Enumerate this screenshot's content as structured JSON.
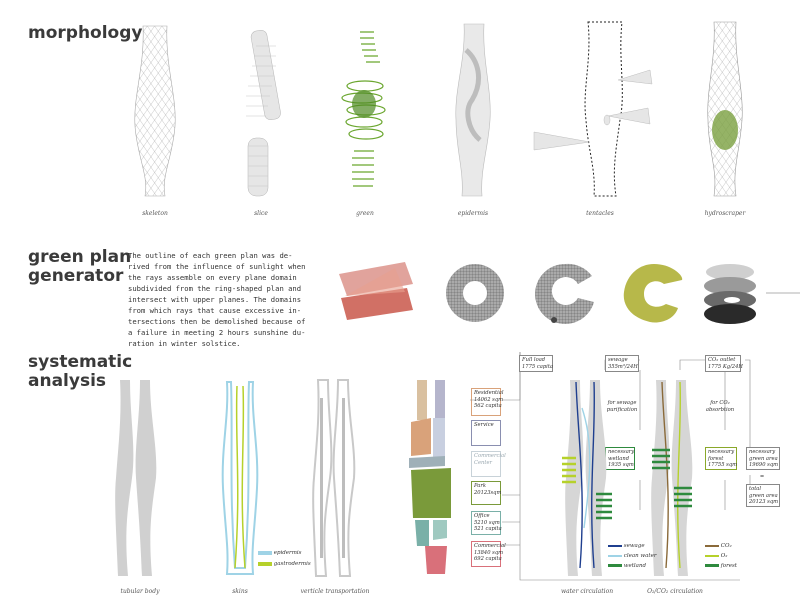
{
  "sections": {
    "morphology": "morphology",
    "green_plan": "green plan\ngenerator",
    "systematic": "systematic\nanalysis"
  },
  "morphology_captions": [
    "skeleton",
    "slice",
    "green",
    "epidermis",
    "tentacles",
    "hydroscraper"
  ],
  "green_plan_text": "The outline of each green plan was de-\nrived from the influence of sunlight when\nthe rays assemble on every plane domain\nsubdivided from the ring-shaped plan and\nintersect with upper planes. The domains\nfrom which rays that cause excessive in-\ntersections then be demolished because of\na failure in meeting 2 hours sunshine du-\nration in winter solstice.",
  "analysis_captions": {
    "tubular": "tubular body",
    "skins": "skins",
    "transport": "verticle transportation",
    "water": "water circulation",
    "gas": "O₂/CO₂ circulation"
  },
  "skins_legend": [
    "epidermis",
    "gastrodermis"
  ],
  "program_boxes": [
    {
      "text": "Residential\n14062 sqm\n562 capita",
      "color": "#d9a27a"
    },
    {
      "text": "Service",
      "color": "#8a8fb0"
    },
    {
      "text": "Commercial\nCenter",
      "color": "#9fb0b8"
    },
    {
      "text": "Park\n20123sqm",
      "color": "#7a9a3a"
    },
    {
      "text": "Office\n5210 sqm\n521 capita",
      "color": "#7ab0a8"
    },
    {
      "text": "Commercial\n13840 sqm\n692 capita",
      "color": "#d9707a"
    }
  ],
  "flow_boxes": {
    "full_load": "Full load\n1775 capita",
    "sewage": "sewage\n355m³/24H",
    "co2_outlet": "CO₂ outlet\n1775 Kg/24H",
    "for_sewage": "for sewage\npurification",
    "for_co2": "for CO₂\nabsorbtion",
    "wetland": "necessary\nwetland\n1935 sqm",
    "forest": "necessary\nforest\n17755 sqm",
    "green_area": "necessary\ngreen area\n19690 sqm",
    "total_green": "total\ngreen area\n20123 sqm",
    "equals": "="
  },
  "water_legend": [
    "sewage",
    "clean water",
    "wetland"
  ],
  "gas_legend": [
    "CO₂",
    "O₂",
    "forest"
  ],
  "colors": {
    "green": "#6aa62e",
    "lime": "#b6d12a",
    "blue": "#1f3f8f",
    "lightblue": "#9fd3e6",
    "brown": "#8a6a3a",
    "gray": "#cfcfcf"
  }
}
